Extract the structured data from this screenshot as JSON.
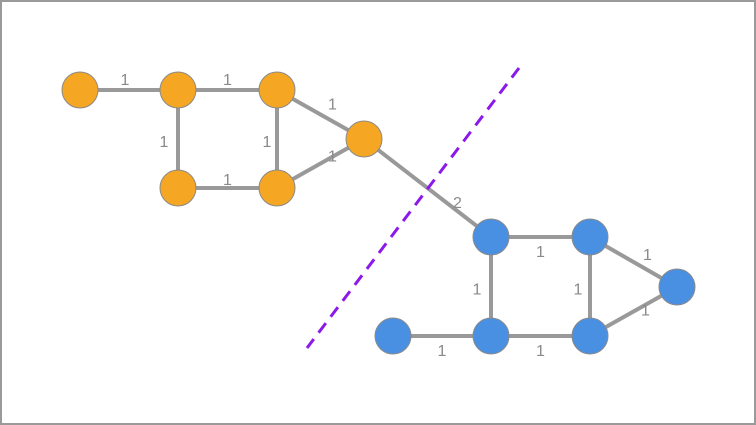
{
  "colors": {
    "cluster_a": "#f5a623",
    "cluster_b": "#4a90e2",
    "edge": "#999999",
    "cut_line": "#8b1aea"
  },
  "graph": {
    "nodes": [
      {
        "id": "a1",
        "cluster": "a"
      },
      {
        "id": "a2",
        "cluster": "a"
      },
      {
        "id": "a3",
        "cluster": "a"
      },
      {
        "id": "a4",
        "cluster": "a"
      },
      {
        "id": "a5",
        "cluster": "a"
      },
      {
        "id": "a6",
        "cluster": "a"
      },
      {
        "id": "b1",
        "cluster": "b"
      },
      {
        "id": "b2",
        "cluster": "b"
      },
      {
        "id": "b3",
        "cluster": "b"
      },
      {
        "id": "b4",
        "cluster": "b"
      },
      {
        "id": "b5",
        "cluster": "b"
      },
      {
        "id": "b6",
        "cluster": "b"
      }
    ],
    "edges": [
      {
        "from": "a1",
        "to": "a2",
        "weight": "1"
      },
      {
        "from": "a2",
        "to": "a3",
        "weight": "1"
      },
      {
        "from": "a2",
        "to": "a4",
        "weight": "1"
      },
      {
        "from": "a3",
        "to": "a5",
        "weight": "1"
      },
      {
        "from": "a4",
        "to": "a5",
        "weight": "1"
      },
      {
        "from": "a3",
        "to": "a6",
        "weight": "1"
      },
      {
        "from": "a5",
        "to": "a6",
        "weight": "1"
      },
      {
        "from": "a6",
        "to": "b1",
        "weight": "2"
      },
      {
        "from": "b1",
        "to": "b2",
        "weight": "1"
      },
      {
        "from": "b1",
        "to": "b4",
        "weight": "1"
      },
      {
        "from": "b2",
        "to": "b3",
        "weight": "1"
      },
      {
        "from": "b2",
        "to": "b5",
        "weight": "1"
      },
      {
        "from": "b3",
        "to": "b5",
        "weight": "1"
      },
      {
        "from": "b6",
        "to": "b4",
        "weight": "1"
      },
      {
        "from": "b4",
        "to": "b5",
        "weight": "1"
      }
    ]
  }
}
